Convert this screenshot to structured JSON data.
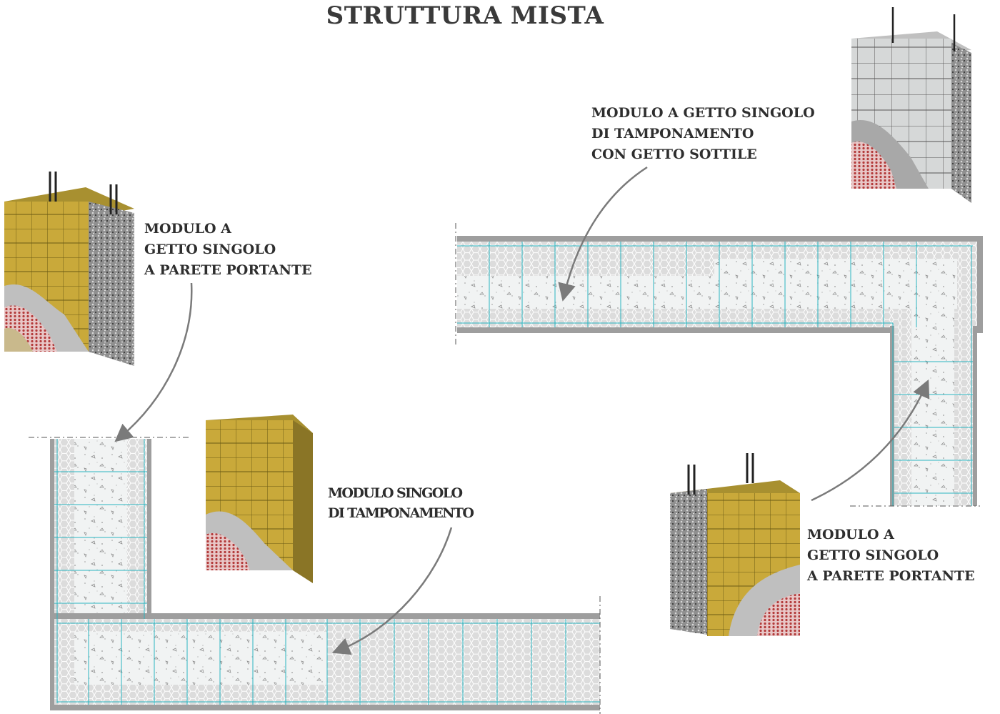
{
  "title": "STRUTTURA MISTA",
  "labels": {
    "tamponamento_sottile": [
      "MODULO A GETTO SINGOLO",
      "DI TAMPONAMENTO",
      "CON GETTO SOTTILE"
    ],
    "parete_portante_left": [
      "MODULO A",
      "GETTO SINGOLO",
      "A PARETE PORTANTE"
    ],
    "singolo_tamponamento": [
      "MODULO SINGOLO",
      "DI TAMPONAMENTO"
    ],
    "parete_portante_right": [
      "MODULO A",
      "GETTO SINGOLO",
      "A PARETE PORTANTE"
    ]
  },
  "colors": {
    "insulation": "#c9a93a",
    "eps_gray": "#d9d9d9",
    "concrete": "#f1f3f3",
    "wall_border": "#9a9a9a",
    "mesh_line": "#2ab5c0",
    "arrow": "#7a7a7a",
    "text": "#2e2e2e"
  }
}
